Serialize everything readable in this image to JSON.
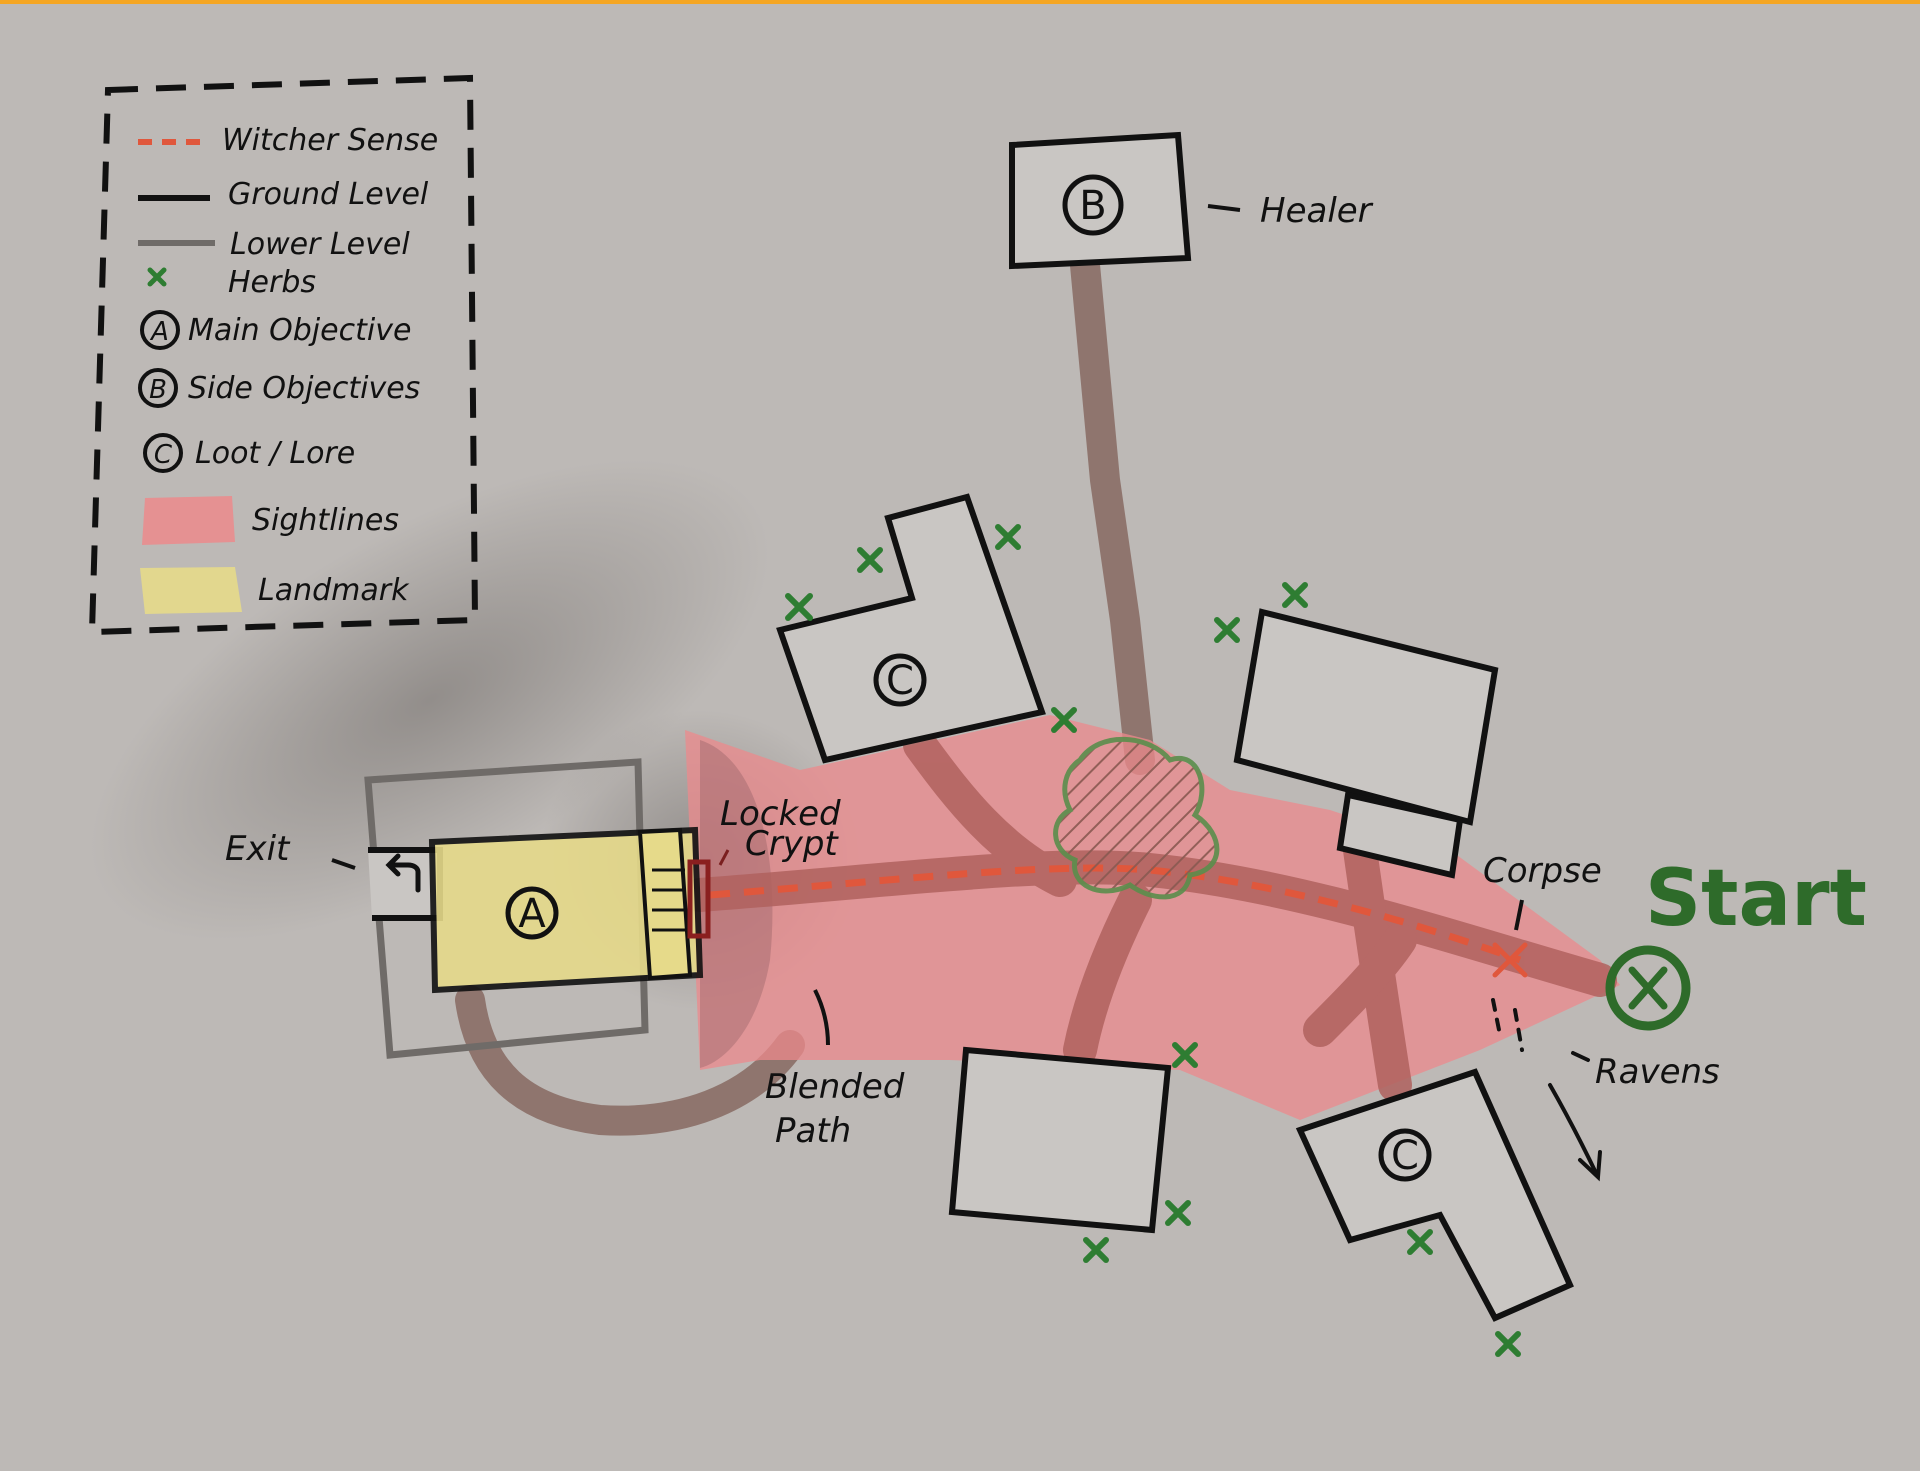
{
  "legend": {
    "witcher_sense": "Witcher Sense",
    "ground_level": "Ground Level",
    "lower_level": "Lower Level",
    "herbs": "Herbs",
    "main_objective_letter": "A",
    "main_objective": "Main Objective",
    "side_objectives_letter": "B",
    "side_objectives": "Side Objectives",
    "loot_lore_letter": "C",
    "loot_lore": "Loot / Lore",
    "sightlines": "Sightlines",
    "landmark": "Landmark"
  },
  "labels": {
    "healer": "Healer",
    "exit": "Exit",
    "locked_crypt_line1": "Locked",
    "locked_crypt_line2": "Crypt",
    "blended_path_line1": "Blended",
    "blended_path_line2": "Path",
    "corpse": "Corpse",
    "ravens": "Ravens",
    "start": "Start"
  },
  "markers": {
    "main": "A",
    "side": "B",
    "loot_1": "C",
    "loot_2": "C",
    "start": "X"
  },
  "colors": {
    "background": "#bdb9b6",
    "witcher_sense": "#e0573c",
    "ground_level": "#111111",
    "lower_level": "#6f6b68",
    "herbs": "#2e7d32",
    "sightlines": "#ec8a8c",
    "landmark": "#e6da8a",
    "path": "#8a6e66",
    "start": "#2e6b2a",
    "frame_top": "#f5a623"
  },
  "icons": {
    "exit_icon": "return-arrow-icon",
    "herb_icon": "x-cross-icon",
    "start_icon": "circled-x-icon"
  }
}
